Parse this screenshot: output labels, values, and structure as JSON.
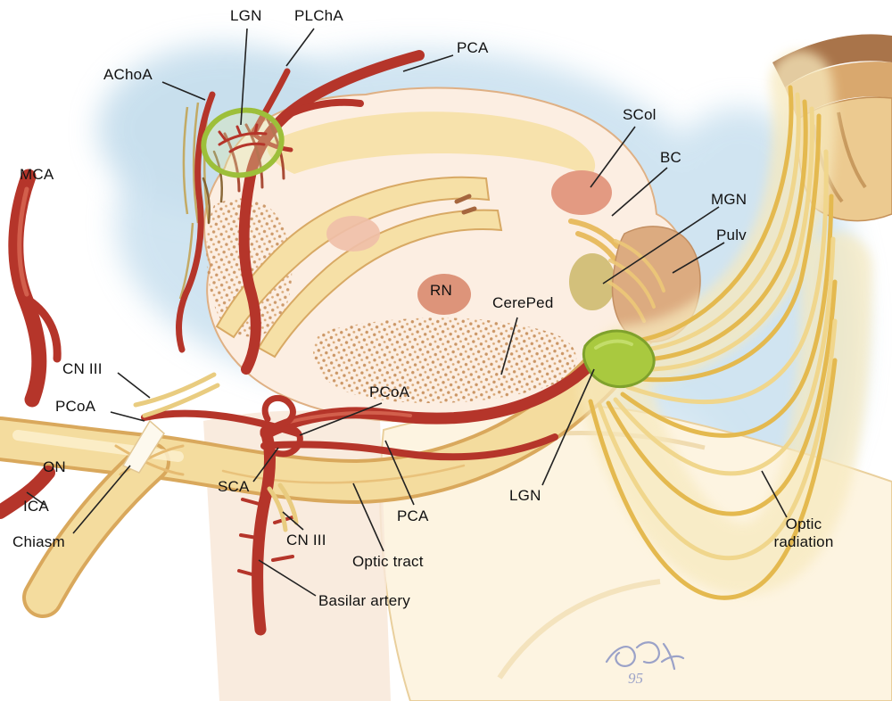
{
  "figure": {
    "labels": {
      "lgn_top": "LGN",
      "plcha": "PLChA",
      "pca_top": "PCA",
      "achoa": "AChoA",
      "mca": "MCA",
      "scol": "SCol",
      "bc": "BC",
      "mgn": "MGN",
      "pulv": "Pulv",
      "rn": "RN",
      "cereped": "CerePed",
      "cn3_left": "CN III",
      "pcoa_left": "PCoA",
      "on": "ON",
      "ica": "ICA",
      "chiasm": "Chiasm",
      "sca": "SCA",
      "pcoa_mid": "PCoA",
      "pca_mid": "PCA",
      "cn3_mid": "CN III",
      "optic_tract": "Optic tract",
      "lgn_lower": "LGN",
      "basilar_artery": "Basilar artery",
      "optic_radiation": "Optic\nradiation"
    },
    "signature_year": "95",
    "colors": {
      "artery": "#b5352a",
      "artery_highlight": "#d96a55",
      "nerve_fill": "#f4dc9e",
      "nerve_edge": "#d9a85c",
      "lgn_green": "#a9c93f",
      "wash_blue": "#aacfe6",
      "midbrain_fill": "#fceee2",
      "label_text": "#111111"
    }
  }
}
